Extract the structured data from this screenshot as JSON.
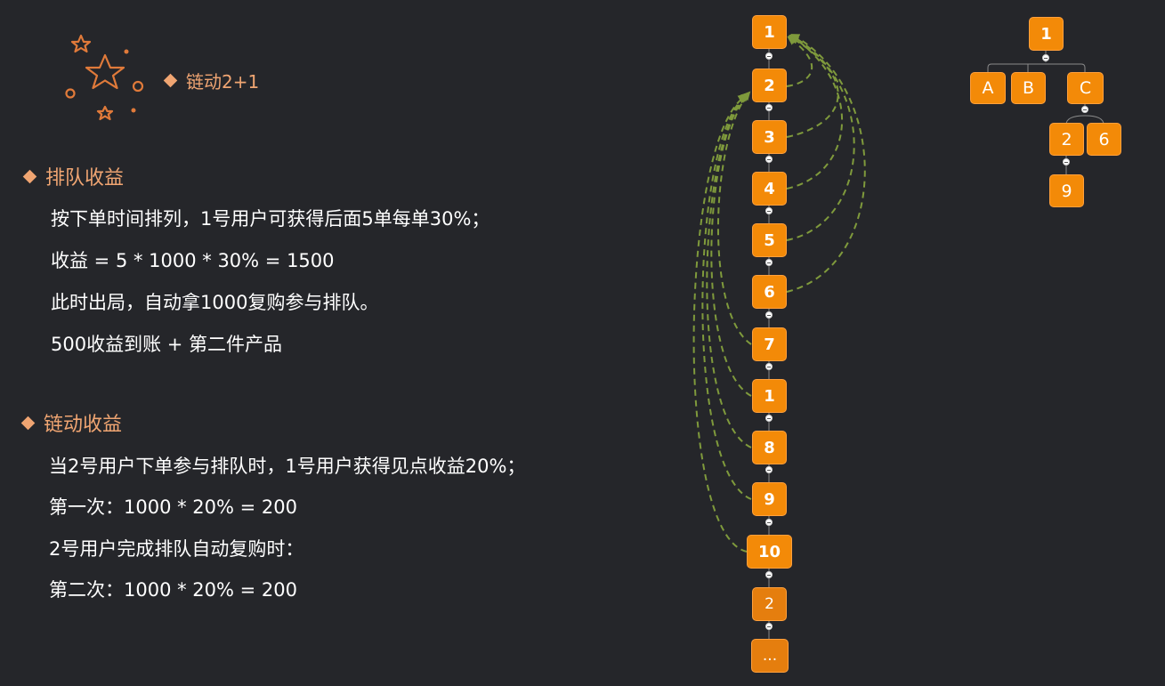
{
  "heading": {
    "title": "链动2+1"
  },
  "queue_section": {
    "title": "排队收益",
    "lines": [
      "按下单时间排列，1号用户可获得后面5单每单30%；",
      "收益 = 5 * 1000 * 30% = 1500",
      "此时出局，自动拿1000复购参与排队。",
      "500收益到账 + 第二件产品"
    ]
  },
  "chain_section": {
    "title": "链动收益",
    "lines": [
      "当2号用户下单参与排队时，1号用户获得见点收益20%；",
      "第一次：1000 * 20% = 200",
      "2号用户完成排队自动复购时：",
      "第二次：1000 * 20% = 200"
    ]
  },
  "queue_nodes": [
    "1",
    "2",
    "3",
    "4",
    "5",
    "6",
    "7",
    "1",
    "8",
    "9",
    "10",
    "2",
    "..."
  ],
  "tree_nodes": {
    "root": "1",
    "a": "A",
    "b": "B",
    "c": "C",
    "c1": "2",
    "c2": "6",
    "c1_child": "9"
  },
  "colors": {
    "accent": "#f0a572",
    "node": "#f38a08",
    "arrow": "#7f9a3c",
    "background": "#25262a"
  }
}
